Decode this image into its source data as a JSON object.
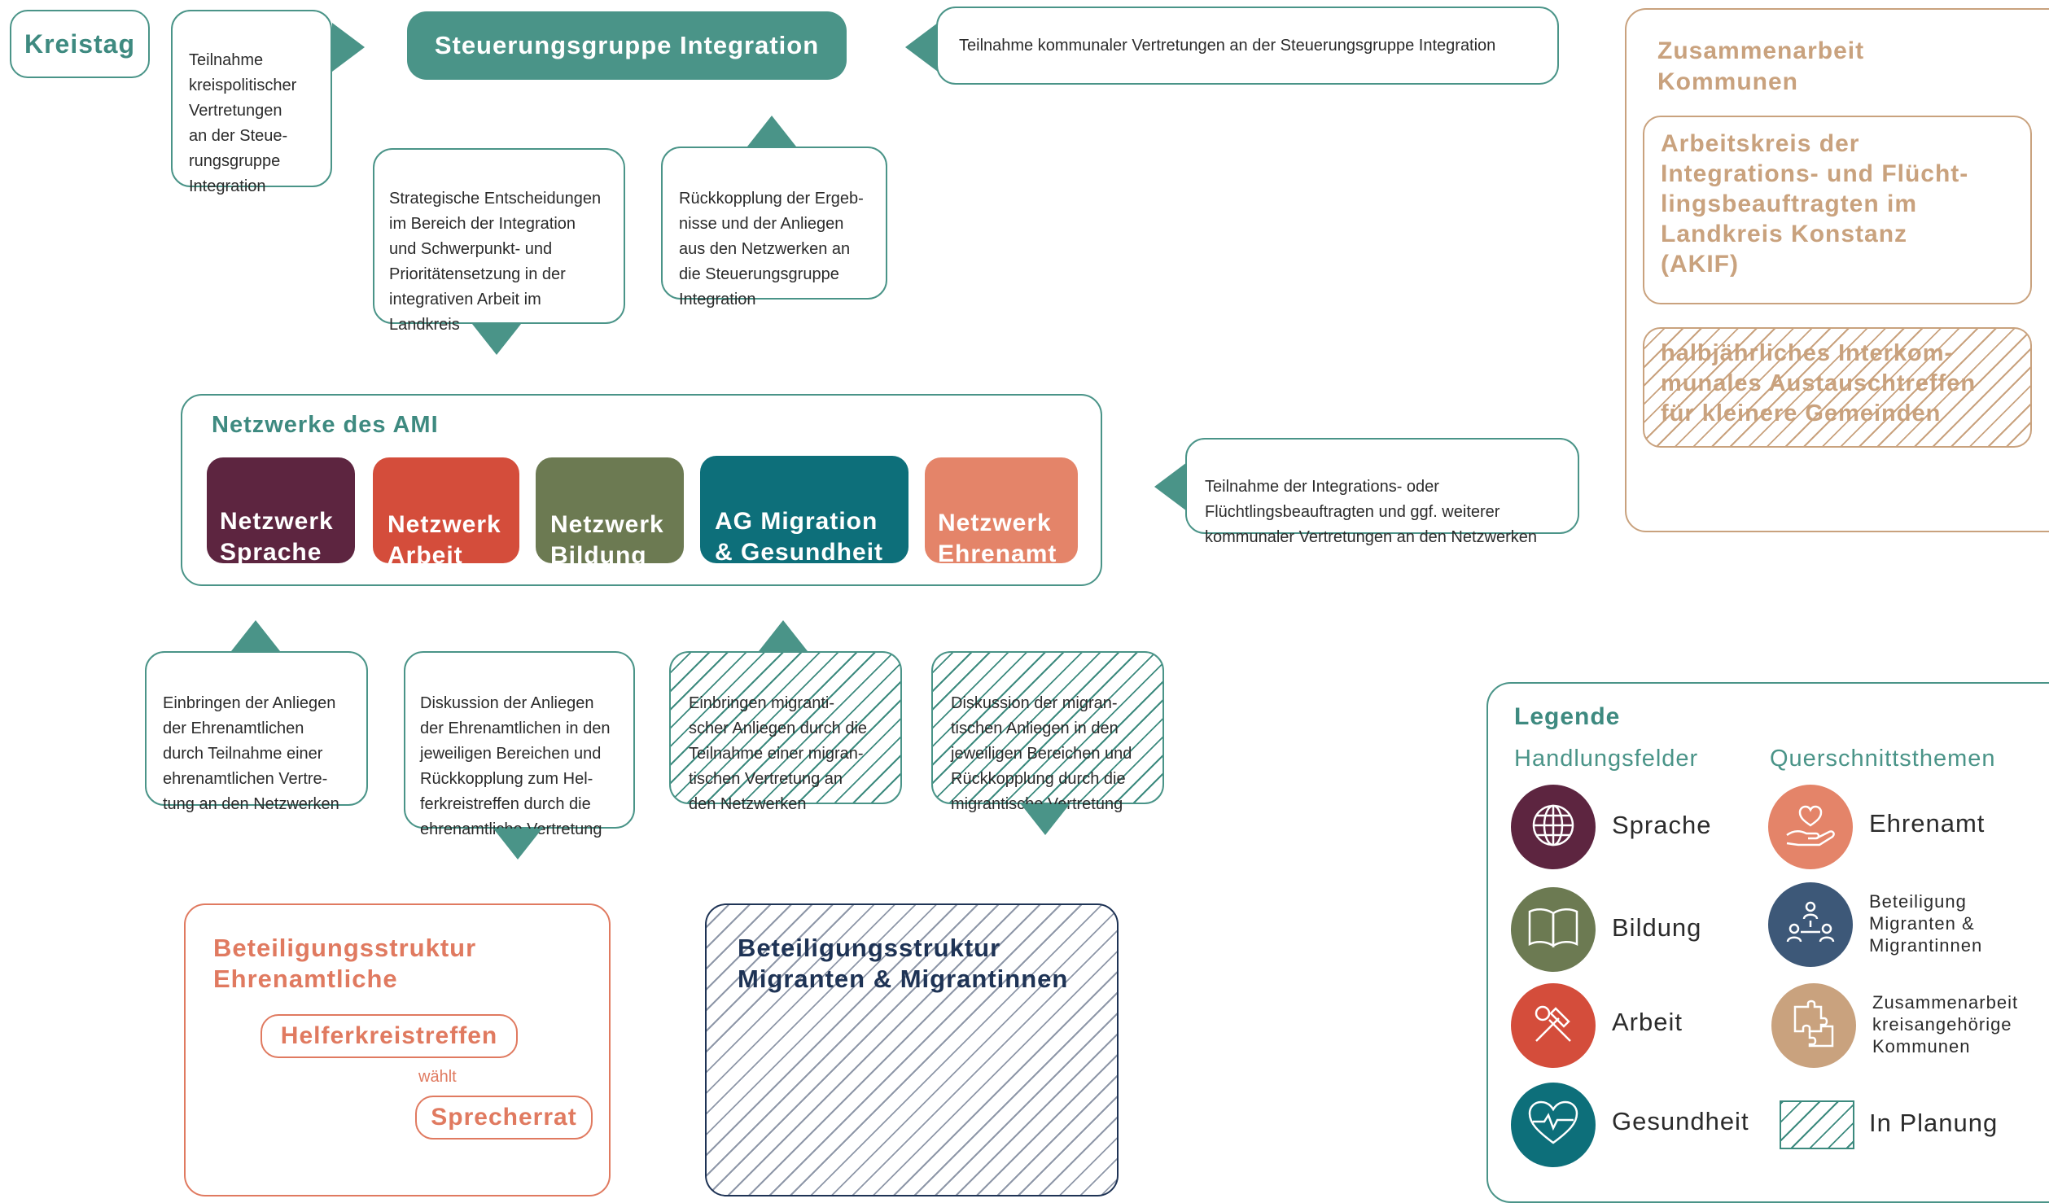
{
  "top": {
    "kreistag": "Kreistag",
    "kreistag_note": "Teilnahme\nkreispolitischer\nVertretungen\nan der Steue-\nrungsgruppe\nIntegration",
    "steering_group": "Steuerungsgruppe Integration",
    "communal_note": "Teilnahme kommunaler Vertretungen an der Steuerungsgruppe Integration",
    "decisions_note": "Strategische Entscheidungen\nim Bereich der Integration\nund Schwerpunkt- und\nPrioritätensetzung in der\nintegrativen Arbeit im\nLandkreis",
    "feedback_note": "Rückkopplung der Ergeb-\nnisse und der Anliegen\naus den Netzwerken an\ndie Steuerungsgruppe\nIntegration"
  },
  "networks": {
    "title": "Netzwerke des AMI",
    "items": [
      {
        "label": "Netzwerk\nSprache",
        "color": "#5d2540"
      },
      {
        "label": "Netzwerk\nArbeit",
        "color": "#d44d3b"
      },
      {
        "label": "Netzwerk\nBildung",
        "color": "#6c7a52"
      },
      {
        "label": "AG Migration\n& Gesundheit",
        "color": "#0d6f7a"
      },
      {
        "label": "Netzwerk\nEhrenamt",
        "color": "#e48469"
      }
    ],
    "side_note": "Teilnahme der Integrations- oder\nFlüchtlingsbeauftragten und ggf. weiterer\nkommunaler Vertretungen an den Netzwerken"
  },
  "bottom_notes": {
    "n1": "Einbringen der Anliegen\nder Ehrenamtlichen\ndurch Teilnahme einer\nehrenamtlichen Vertre-\ntung an den Netzwerken",
    "n2": "Diskussion der Anliegen\nder Ehrenamtlichen in den\njeweiligen Bereichen und\nRückkopplung zum Hel-\nferkreistreffen durch die\nehrenamtliche Vertretung",
    "n3": "Einbringen migranti-\nscher Anliegen durch die\nTeilnahme einer migran-\ntischen Vertretung an\nden Netzwerken",
    "n4": "Diskussion der migran-\ntischen Anliegen in den\njeweiligen Bereichen und\nRückkopplung durch die\nmigrantische Vertretung"
  },
  "participation": {
    "volunteers_title": "Beteiligungsstruktur\nEhrenamtliche",
    "helper_meeting": "Helferkreistreffen",
    "elects": "wählt",
    "council": "Sprecherrat",
    "migrants_title": "Beteiligungsstruktur\nMigranten & Migrantinnen"
  },
  "municipal": {
    "title": "Zusammenarbeit\nKommunen",
    "akif": "Arbeitskreis der\nIntegrations- und Flücht-\nlingsbeauftragten im\nLandkreis Konstanz\n(AKIF)",
    "halfyear": "halbjährliches Interkom-\nmunales Austauschtreffen\nfür kleinere Gemeinden"
  },
  "legend": {
    "title": "Legende",
    "col1_title": "Handlungsfelder",
    "col2_title": "Querschnittsthemen",
    "items_left": [
      {
        "label": "Sprache",
        "icon": "globe-icon",
        "color": "#5d2540"
      },
      {
        "label": "Bildung",
        "icon": "book-icon",
        "color": "#6c7a52"
      },
      {
        "label": "Arbeit",
        "icon": "tools-icon",
        "color": "#d44d3b"
      },
      {
        "label": "Gesundheit",
        "icon": "heart-pulse-icon",
        "color": "#0d6f7a"
      }
    ],
    "items_right": [
      {
        "label": "Ehrenamt",
        "icon": "heart-hand-icon",
        "color": "#e48469"
      },
      {
        "label": "Beteiligung\nMigranten &\nMigrantinnen",
        "icon": "people-network-icon",
        "color": "#3d5878"
      },
      {
        "label": "Zusammenarbeit\nkreisangehörige\nKommunen",
        "icon": "puzzle-icon",
        "color": "#c9a27e"
      },
      {
        "label": "In Planung",
        "icon": "hatch-swatch",
        "color": "#3c8a7e"
      }
    ]
  },
  "colors": {
    "teal": "#4a9488",
    "coral": "#e07a60",
    "tan": "#c9a27e",
    "navy": "#1e3355"
  }
}
